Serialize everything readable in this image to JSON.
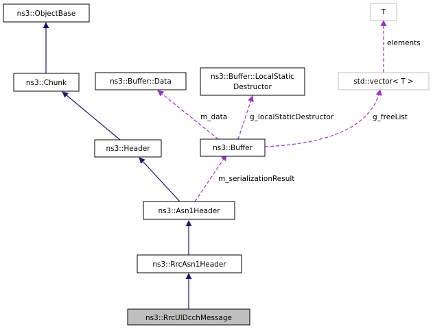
{
  "nodes": {
    "object_base": "ns3::ObjectBase",
    "chunk": "ns3::Chunk",
    "header": "ns3::Header",
    "asn1_header": "ns3::Asn1Header",
    "rrc_asn1_header": "ns3::RrcAsn1Header",
    "rrc_ul_dcch_message": "ns3::RrcUlDcchMessage",
    "buffer_data": "ns3::Buffer::Data",
    "buffer_local_static_destructor_line1": "ns3::Buffer::LocalStatic",
    "buffer_local_static_destructor_line2": "Destructor",
    "buffer": "ns3::Buffer",
    "t": "T",
    "std_vector": "std::vector< T >"
  },
  "edge_labels": {
    "m_data": "m_data",
    "g_local_static_destructor": "g_localStaticDestructor",
    "g_free_list": "g_freeList",
    "elements": "elements",
    "m_serialization_result": "m_serializationResult"
  },
  "colors": {
    "inheritance_edge": "#191970",
    "usage_edge": "#9a32cd",
    "current_node_fill": "#bfbfbf",
    "external_node_border": "#bfbfbf"
  }
}
